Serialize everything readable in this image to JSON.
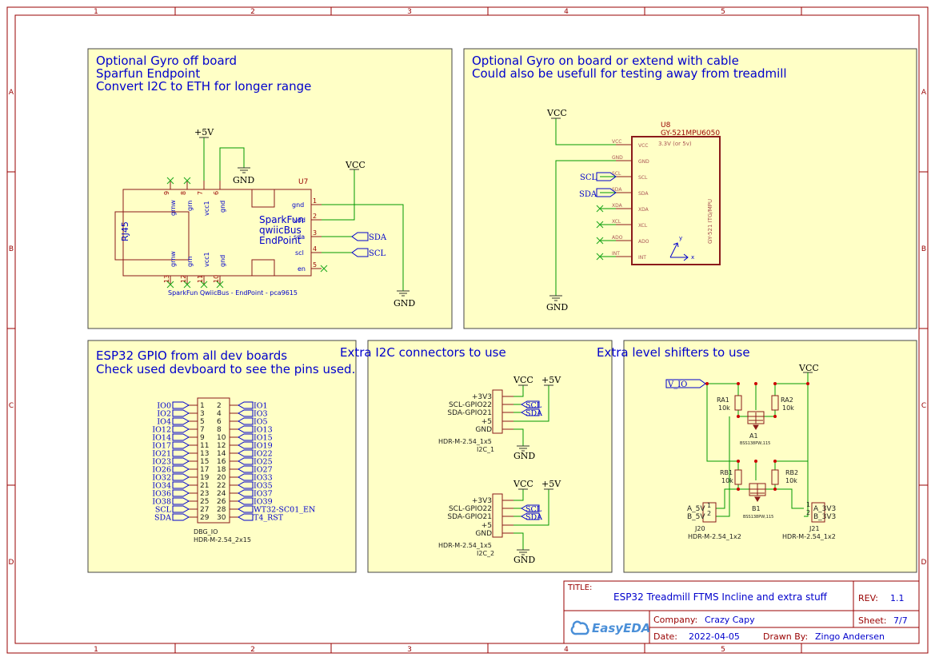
{
  "frame": {
    "columns": [
      "1",
      "2",
      "3",
      "4",
      "5"
    ],
    "rows": [
      "A",
      "B",
      "C",
      "D"
    ]
  },
  "panels": {
    "gyro_off_board": {
      "title_lines": [
        "Optional Gyro off board",
        "Sparfun Endpoint",
        "Convert I2C to ETH for longer range"
      ],
      "designator": "U7",
      "part_name": "SparkFun QwiicBus - EndPoint - pca9615",
      "chip_label": [
        "SparkFun",
        "qwiicBus",
        "EndPoint"
      ],
      "rj45_label": "RJ45",
      "left_pins": [
        {
          "name": "grnw",
          "num": "9"
        },
        {
          "name": "grn",
          "num": "8"
        },
        {
          "name": "vcc1",
          "num": "7"
        },
        {
          "name": "gnd",
          "num": "6"
        }
      ],
      "bottom_pins": [
        {
          "name": "grnw",
          "num": "13"
        },
        {
          "name": "grn",
          "num": "12"
        },
        {
          "name": "vcc1",
          "num": "11"
        },
        {
          "name": "gnd",
          "num": "10"
        }
      ],
      "right_pins": [
        {
          "name": "gnd",
          "num": "1"
        },
        {
          "name": "vdd",
          "num": "2"
        },
        {
          "name": "sda",
          "num": "3"
        },
        {
          "name": "scl",
          "num": "4"
        },
        {
          "name": "en",
          "num": "5"
        }
      ],
      "power_labels": {
        "plus5v": "+5V",
        "gnd_top": "GND",
        "vcc": "VCC",
        "gnd_right": "GND"
      },
      "net_labels": {
        "sda": "SDA",
        "scl": "SCL"
      }
    },
    "gyro_on_board": {
      "title_lines": [
        "Optional Gyro on board or extend with cable",
        "Could also be usefull for testing away from treadmill"
      ],
      "designator": "U8",
      "part_name": "GY-521MPU6050",
      "supply_note": "3.3V (or 5v)",
      "side_text": "GY-521  ITG/MPU",
      "axis_x": "x",
      "axis_y": "y",
      "pins": [
        {
          "outer": "VCC",
          "inner": "VCC"
        },
        {
          "outer": "GND",
          "inner": "GND"
        },
        {
          "outer": "SCL",
          "inner": "SCL"
        },
        {
          "outer": "SDA",
          "inner": "SDA"
        },
        {
          "outer": "XDA",
          "inner": "XDA"
        },
        {
          "outer": "XCL",
          "inner": "XCL"
        },
        {
          "outer": "ADO",
          "inner": "ADO"
        },
        {
          "outer": "INT",
          "inner": "INT"
        }
      ],
      "power_labels": {
        "vcc": "VCC",
        "gnd": "GND"
      },
      "net_labels": {
        "scl": "SCL",
        "sda": "SDA"
      }
    },
    "esp32_gpio": {
      "title_lines": [
        "ESP32 GPIO from all dev boards",
        "Check used devboard to see the pins used."
      ],
      "designator": "DBG_IO",
      "footprint": "HDR-M-2.54_2x15",
      "left_pin_numbers": [
        "1",
        "3",
        "5",
        "7",
        "9",
        "11",
        "13",
        "15",
        "17",
        "19",
        "21",
        "23",
        "25",
        "27",
        "29"
      ],
      "right_pin_numbers": [
        "2",
        "4",
        "6",
        "8",
        "10",
        "12",
        "14",
        "16",
        "18",
        "20",
        "22",
        "24",
        "26",
        "28",
        "30"
      ],
      "left_nets": [
        "IO0",
        "IO2",
        "IO4",
        "IO12",
        "IO14",
        "IO17",
        "IO21",
        "IO23",
        "IO26",
        "IO32",
        "IO34",
        "IO36",
        "IO38",
        "SCL",
        "SDA"
      ],
      "right_nets": [
        "IO1",
        "IO3",
        "IO5",
        "IO13",
        "IO15",
        "IO19",
        "IO22",
        "IO25",
        "IO27",
        "IO33",
        "IO35",
        "IO37",
        "IO39",
        "WT32-SC01_EN",
        "T4_RST"
      ]
    },
    "extra_i2c": {
      "title": "Extra I2C connectors to use",
      "connectors": [
        {
          "designator": "I2C_1",
          "footprint": "HDR-M-2.54_1x5",
          "pins": [
            "+3V3",
            "SCL-GPIO22",
            "SDA-GPIO21",
            "+5",
            "GND"
          ],
          "vcc": "VCC",
          "plus5v": "+5V",
          "gnd": "GND",
          "scl": "SCL",
          "sda": "SDA"
        },
        {
          "designator": "I2C_2",
          "footprint": "HDR-M-2.54_1x5",
          "pins": [
            "+3V3",
            "SCL-GPIO22",
            "SDA-GPIO21",
            "+5",
            "GND"
          ],
          "vcc": "VCC",
          "plus5v": "+5V",
          "gnd": "GND",
          "scl": "SCL",
          "sda": "SDA"
        }
      ]
    },
    "level_shifters": {
      "title": "Extra level shifters to use",
      "v_io": "V_IO",
      "vcc": "VCC",
      "ra1": {
        "name": "RA1",
        "value": "10k"
      },
      "ra2": {
        "name": "RA2",
        "value": "10k"
      },
      "rb1": {
        "name": "RB1",
        "value": "10k"
      },
      "rb2": {
        "name": "RB2",
        "value": "10k"
      },
      "fet_a": {
        "name": "A1",
        "part": "BSS138PW,115"
      },
      "fet_b": {
        "name": "B1",
        "part": "BSS138PW,115"
      },
      "j20": {
        "designator": "J20",
        "footprint": "HDR-M-2.54_1x2",
        "pins": [
          "A_5V",
          "B_5V"
        ],
        "nums": [
          "1",
          "2"
        ]
      },
      "j21": {
        "designator": "J21",
        "footprint": "HDR-M-2.54_1x2",
        "pins": [
          "A_3V3",
          "B_3V3"
        ],
        "nums": [
          "1",
          "2"
        ]
      }
    }
  },
  "title_block": {
    "title_label": "TITLE:",
    "title": "ESP32 Treadmill FTMS Incline and extra stuff",
    "rev_label": "REV:",
    "rev": "1.1",
    "company_label": "Company:",
    "company": "Crazy Capy",
    "sheet_label": "Sheet:",
    "sheet": "7/7",
    "date_label": "Date:",
    "date": "2022-04-05",
    "drawn_label": "Drawn By:",
    "drawn_by": "Zingo Andersen",
    "logo": "EasyEDA",
    "colors": {
      "logo": "#4a8fd8",
      "ink": "#0000cc",
      "frame": "#990000"
    }
  }
}
